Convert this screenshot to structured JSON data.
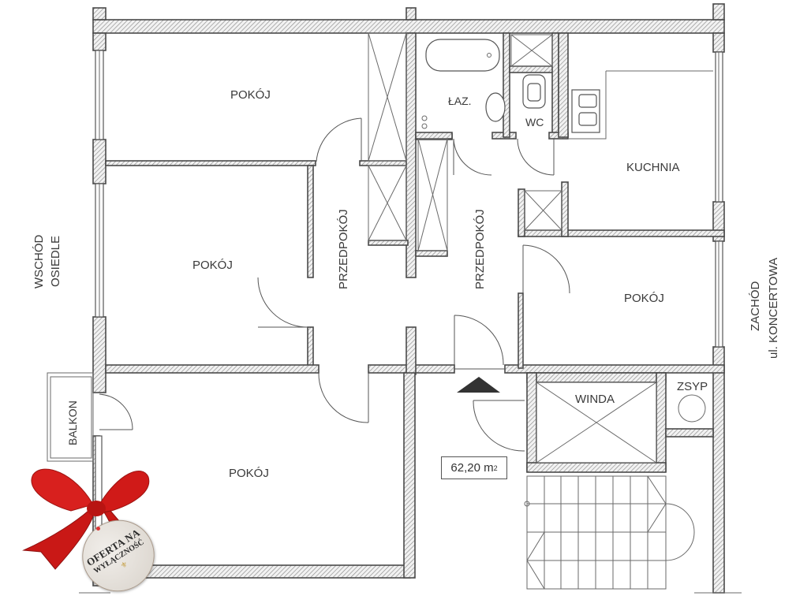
{
  "plan": {
    "rooms": {
      "room_top_left": "POKÓJ",
      "room_mid_left": "POKÓJ",
      "room_bottom_left": "POKÓJ",
      "room_right": "POKÓJ",
      "kitchen": "KUCHNIA",
      "bathroom": "ŁAZ.",
      "wc": "WC",
      "hall_left": "PRZEDPOKÓJ",
      "hall_right": "PRZEDPOKÓJ",
      "balcony": "BALKON",
      "elevator": "WINDA",
      "chute": "ZSYP"
    },
    "orientation": {
      "east_line1": "WSCHÓD",
      "east_line2": "OSIEDLE",
      "west_line1": "ZACHÓD",
      "west_line2": "ul. KONCERTOWA"
    },
    "area": {
      "value": "62,20 m",
      "unit_superscript": "2"
    },
    "entrance_marker": "entrance-arrow",
    "colors": {
      "wall_stroke": "#4a4a4a",
      "hatch": "#8a8a8a",
      "text": "#3a3a3a",
      "ribbon": "#d8201e",
      "badge_gold": "#c7a24a"
    }
  },
  "offer_tag": {
    "line1": "OFERTA NA",
    "line2": "WYŁĄCZNOŚĆ",
    "logo": "⚜"
  }
}
